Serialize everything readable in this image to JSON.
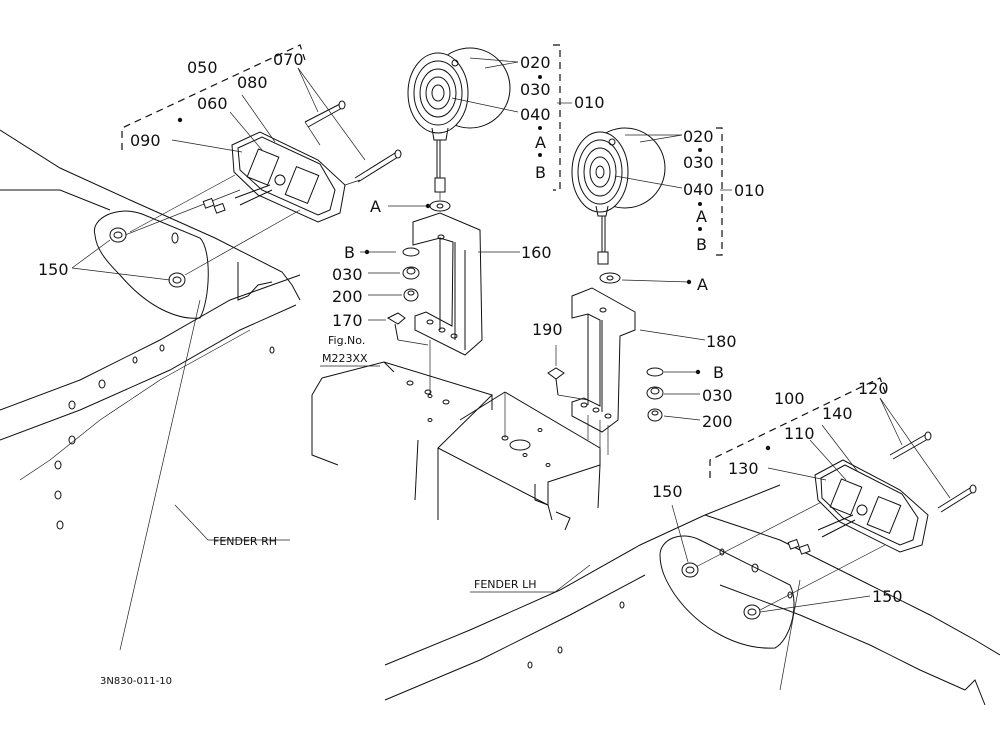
{
  "labels": {
    "p050": "050",
    "p060": "060",
    "p070": "070",
    "p080": "080",
    "p090": "090",
    "p150_left": "150",
    "p020_top": "020",
    "p030_top": "030",
    "p040_top": "040",
    "pA_top": "A",
    "pB_top": "B",
    "p010_top": "010",
    "p020_right": "020",
    "p030_right": "030",
    "p040_right": "040",
    "pA_right": "A",
    "pB_right": "B",
    "p010_right": "010",
    "pA_mid_left": "A",
    "pB_mid_left": "B",
    "p030_mid_left": "030",
    "p200_mid_left": "200",
    "p160": "160",
    "p170": "170",
    "fig_no": "Fig.No.",
    "fig_ref": "M223XX",
    "p190": "190",
    "p180": "180",
    "pA_mid_right": "A",
    "pB_mid_right": "B",
    "p030_mid_right": "030",
    "p200_mid_right": "200",
    "p100": "100",
    "p110": "110",
    "p120": "120",
    "p130": "130",
    "p140": "140",
    "p150_right_top": "150",
    "p150_right_bottom": "150",
    "fender_rh": "FENDER RH",
    "fender_lh": "FENDER LH",
    "drawing_code": "3N830-011-10"
  }
}
